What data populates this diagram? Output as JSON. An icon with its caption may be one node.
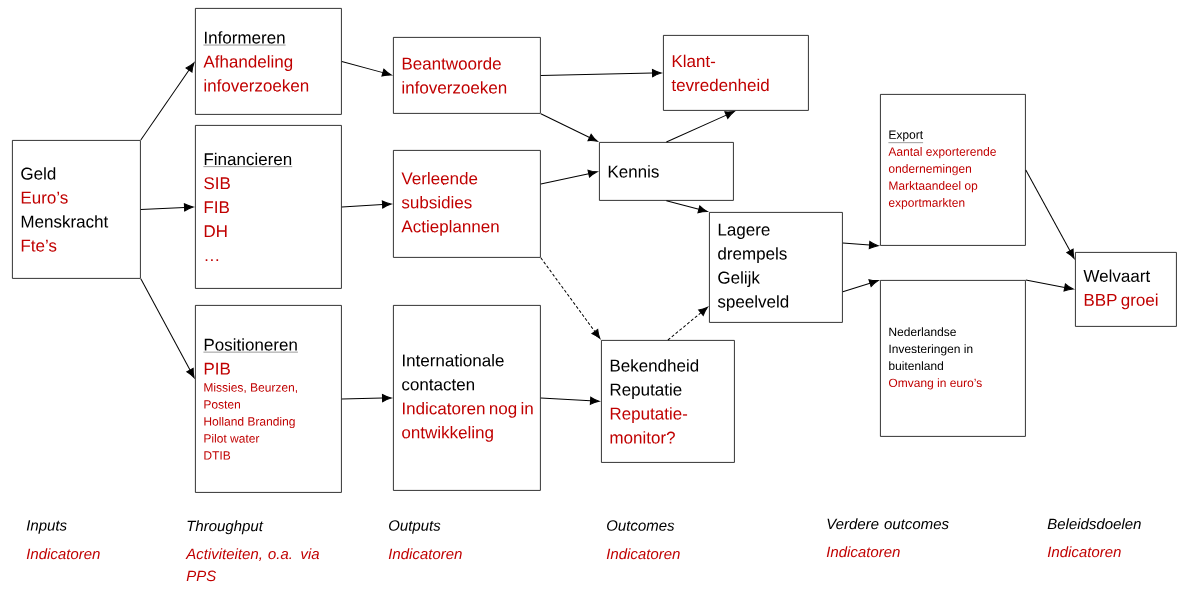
{
  "diagram": {
    "nodes": [
      {
        "text": [
          "Geld",
          "Euro’s",
          "Menskracht",
          "Fte’s"
        ]
      },
      {
        "text": [
          "Informeren",
          "Afhandeling infoverzoeken"
        ]
      },
      {
        "text": [
          "Financieren",
          "SIB",
          "FIB",
          "DH",
          "…"
        ]
      },
      {
        "text": [
          "Positioneren",
          "PIB",
          "Missies, Beurzen, Posten",
          "Holland Branding",
          "Pilot water",
          "DTIB"
        ]
      },
      {
        "text": [
          "Beantwoorde infoverzoeken"
        ]
      },
      {
        "text": [
          "Verleende subsidies",
          "Actieplannen"
        ]
      },
      {
        "text": [
          "Internationale contacten",
          "Indicatoren nog in ontwikkeling"
        ]
      },
      {
        "text": [
          "Klant-tevredenheid"
        ]
      },
      {
        "text": [
          "Kennis"
        ]
      },
      {
        "text": [
          "Lagere drempels",
          "Gelijk speelveld"
        ]
      },
      {
        "text": [
          "Bekendheid",
          "Reputatie",
          "Reputatie-monitor?"
        ]
      },
      {
        "text": [
          "Export",
          "Aantal exporterende ondernemingen",
          "Marktaandeel op exportmarkten"
        ]
      },
      {
        "text": [
          "Nederlandse Investeringen in buitenland",
          "Omvang in euro’s"
        ]
      },
      {
        "text": [
          "Welvaart",
          "BBP groei"
        ]
      }
    ],
    "edges": [
      {
        "from": 0,
        "to": 1,
        "arrow": "to"
      },
      {
        "from": 0,
        "to": 2,
        "arrow": "to"
      },
      {
        "from": 0,
        "to": 3,
        "arrow": "to"
      },
      {
        "from": 1,
        "to": 4,
        "arrow": "to"
      },
      {
        "from": 2,
        "to": 5,
        "arrow": "to"
      },
      {
        "from": 3,
        "to": 6,
        "arrow": "to"
      },
      {
        "from": 4,
        "to": 7,
        "arrow": "to"
      },
      {
        "from": 4,
        "to": 8,
        "arrow": "to"
      },
      {
        "from": 5,
        "to": 8,
        "arrow": "to"
      },
      {
        "from": 5,
        "to": 10,
        "arrow": "to",
        "style": "dashed"
      },
      {
        "from": 6,
        "to": 10,
        "arrow": "to"
      },
      {
        "from": 8,
        "to": 7,
        "arrow": "to"
      },
      {
        "from": 8,
        "to": 9,
        "arrow": "to"
      },
      {
        "from": 10,
        "to": 9,
        "arrow": "to",
        "style": "dashed"
      },
      {
        "from": 9,
        "to": 11,
        "arrow": "to"
      },
      {
        "from": 9,
        "to": 12,
        "arrow": "to"
      },
      {
        "from": 11,
        "to": 13,
        "arrow": "to"
      },
      {
        "from": 12,
        "to": 13,
        "arrow": "to"
      }
    ],
    "labels": [
      "Inputs",
      "Indicatoren",
      "Throughput",
      "Activiteiten, o.a. via PPS",
      "Outputs",
      "Indicatoren",
      "Outcomes",
      "Indicatoren",
      "Verdere outcomes",
      "Indicatoren",
      "Beleidsdoelen",
      "Indicatoren"
    ]
  }
}
